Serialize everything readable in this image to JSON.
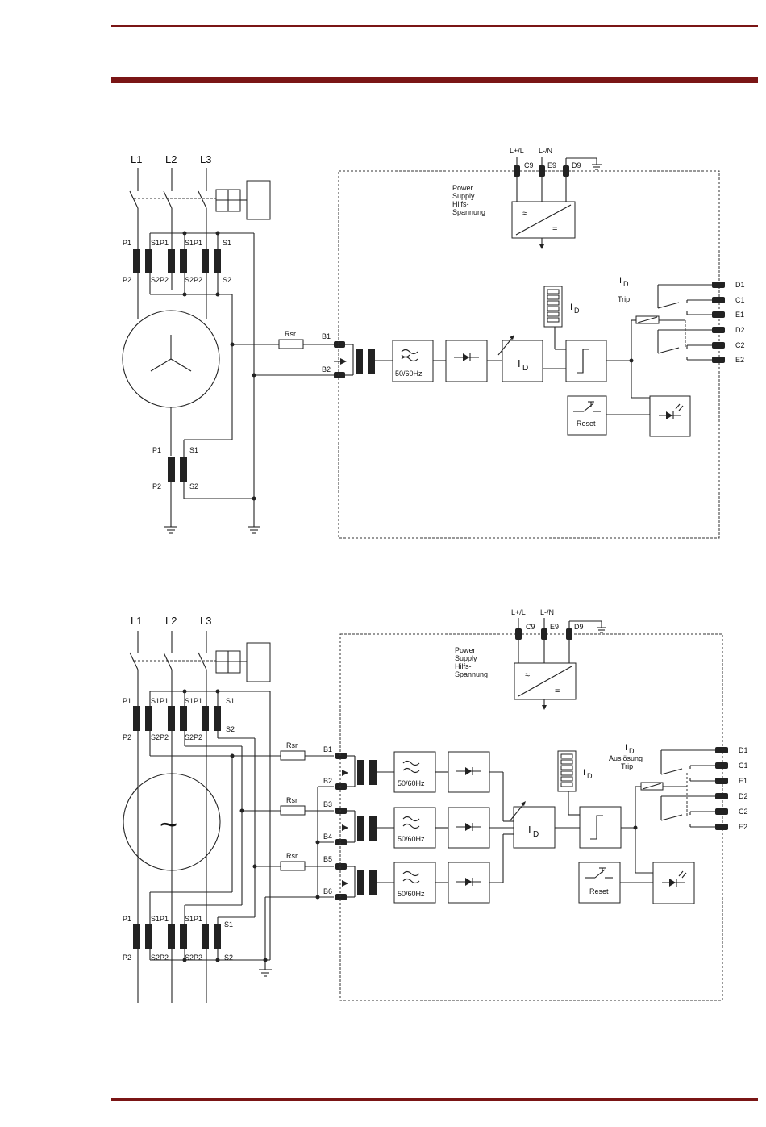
{
  "colors": {
    "rule": "#7a1515",
    "ink": "#222222"
  },
  "diagram1": {
    "phases": [
      "L1",
      "L2",
      "L3"
    ],
    "ct_labels": {
      "p1": "P1",
      "p2": "P2",
      "s1": "S1",
      "s2": "S2",
      "s1p1": "S1P1",
      "s2p2": "S2P2"
    },
    "rsr": "Rsr",
    "inputs": [
      "B1",
      "B2"
    ],
    "supply_terminals": [
      "L+/L",
      "L-/N",
      "C9",
      "E9",
      "D9"
    ],
    "supply_label": [
      "Power",
      "Supply",
      "Hilfs-",
      "Spannung"
    ],
    "supply_symbols": {
      "ac": "≈",
      "dc": "="
    },
    "filter": "50/60Hz",
    "measure_id": {
      "main": "I",
      "sub": "D"
    },
    "trip_label": "Trip",
    "reset": "Reset",
    "outputs": [
      "D1",
      "C1",
      "E1",
      "D2",
      "C2",
      "E2"
    ]
  },
  "diagram2": {
    "phases": [
      "L1",
      "L2",
      "L3"
    ],
    "ct_labels": {
      "p1": "P1",
      "p2": "P2",
      "s1": "S1",
      "s2": "S2",
      "s1p1": "S1P1",
      "s2p2": "S2P2"
    },
    "rsr": "Rsr",
    "inputs": [
      "B1",
      "B2",
      "B3",
      "B4",
      "B5",
      "B6"
    ],
    "supply_terminals": [
      "L+/L",
      "L-/N",
      "C9",
      "E9",
      "D9"
    ],
    "supply_label": [
      "Power",
      "Supply",
      "Hilfs-",
      "Spannung"
    ],
    "supply_symbols": {
      "ac": "≈",
      "dc": "="
    },
    "filter": "50/60Hz",
    "measure_id": {
      "main": "I",
      "sub": "D"
    },
    "trip_label": [
      "Auslösung",
      "Trip"
    ],
    "reset": "Reset",
    "generator_symbol": "~",
    "outputs": [
      "D1",
      "C1",
      "E1",
      "D2",
      "C2",
      "E2"
    ]
  }
}
